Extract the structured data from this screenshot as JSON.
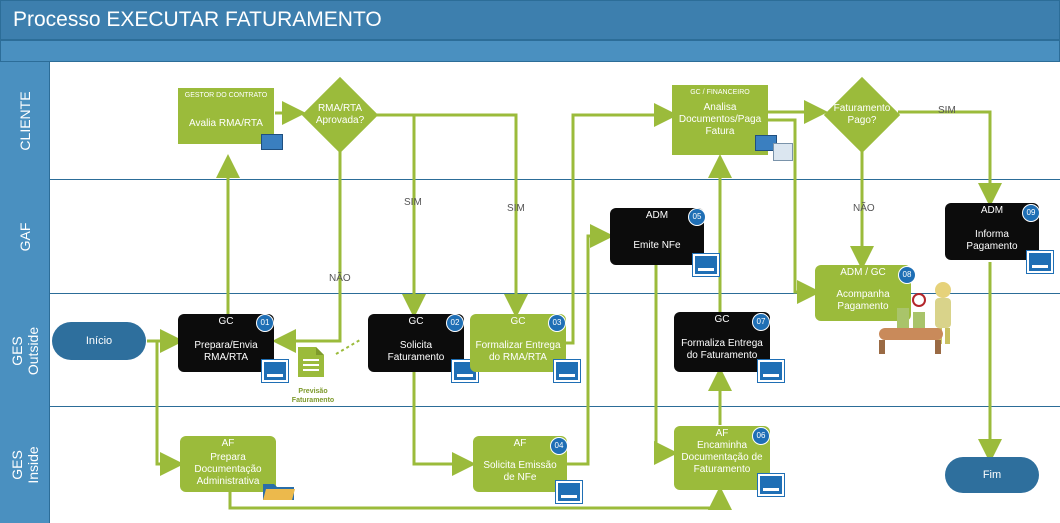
{
  "title": "Processo EXECUTAR FATURAMENTO",
  "lanes": [
    {
      "label": "CLIENTE"
    },
    {
      "label": "GAF"
    },
    {
      "label": "GES\nOutside"
    },
    {
      "label": "GES\nInside"
    }
  ],
  "nodes": {
    "inicio": "Início",
    "fim": "Fim",
    "n_avalia": {
      "role": "GESTOR DO CONTRATO",
      "text": "Avalia RMA/RTA"
    },
    "n_aprovada": "RMA/RTA\nAprovada?",
    "n_analisa": {
      "role": "GC / FINANCEIRO",
      "text": "Analisa\nDocumentos/Paga\nFatura"
    },
    "n_pago": "Faturamento\nPago?",
    "n01": {
      "role": "GC",
      "num": "01",
      "text": "Prepara/Envia\nRMA/RTA"
    },
    "n02": {
      "role": "GC",
      "num": "02",
      "text": "Solicita\nFaturamento"
    },
    "n03": {
      "role": "GC",
      "num": "03",
      "text": "Formalizar Entrega\ndo RMA/RTA"
    },
    "n04": {
      "role": "AF",
      "num": "04",
      "text": "Solicita Emissão\nde NFe"
    },
    "n05": {
      "role": "ADM",
      "num": "05",
      "text": "Emite NFe"
    },
    "n06": {
      "role": "AF",
      "num": "06",
      "text": "Encaminha\nDocumentação de\nFaturamento"
    },
    "n07": {
      "role": "GC",
      "num": "07",
      "text": "Formaliza Entrega\ndo Faturamento"
    },
    "n08": {
      "role": "ADM / GC",
      "num": "08",
      "text": "Acompanha\nPagamento"
    },
    "n09": {
      "role": "ADM",
      "num": "09",
      "text": "Informa\nPagamento"
    },
    "n_prepara": {
      "role": "AF",
      "text": "Prepara\nDocumentação\nAdministrativa"
    },
    "previsao": "Previsão\nFaturamento"
  },
  "flow_labels": {
    "sim": "SIM",
    "nao": "NÃO"
  },
  "colors": {
    "green": "#9bbb3b",
    "black": "#0c0c0c",
    "blue": "#2e6f9d",
    "header": "#4a90c0"
  }
}
